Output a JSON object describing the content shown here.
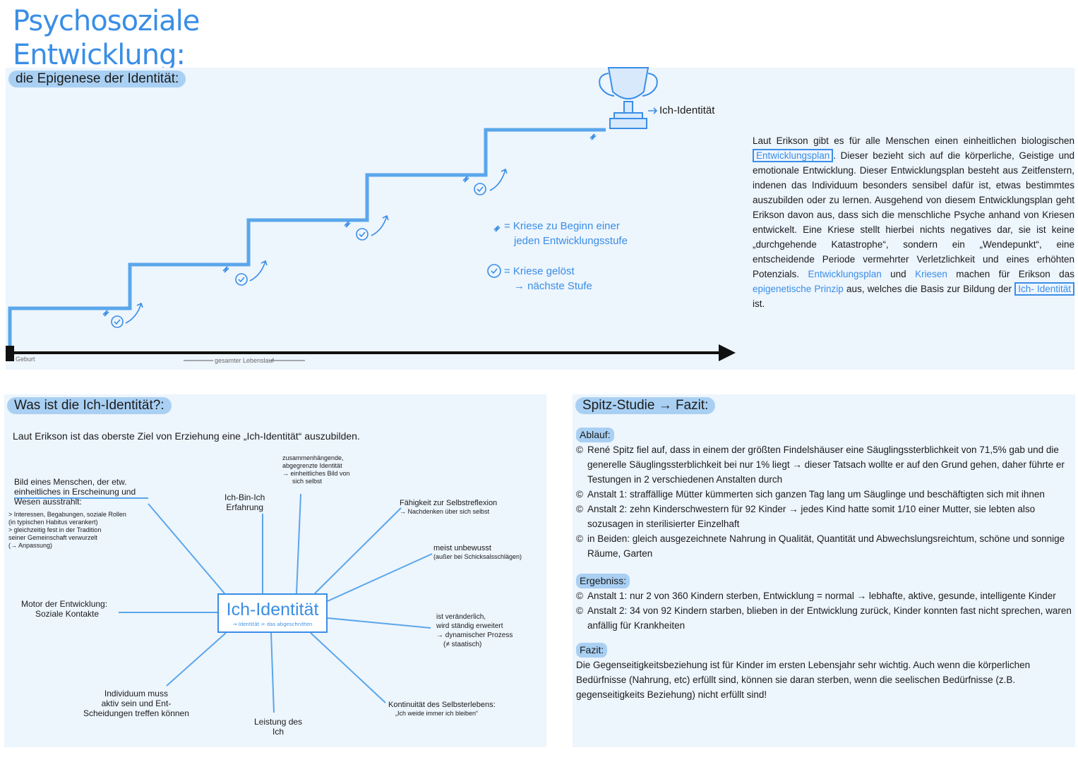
{
  "title": "Psychosoziale Entwicklung:",
  "epigenese": {
    "heading": "die Epigenese der Identität:",
    "trophy_label": "Ich-Identität",
    "axis_start": "Geburt",
    "axis_label": "gesamter Lebenslauf",
    "legend": {
      "crisis_line1": "= Kriese zu Beginn einer",
      "crisis_line2": "jeden Entwicklungsstufe",
      "solved_line1": "= Kriese gelöst",
      "solved_line2": "nächste Stufe"
    },
    "text": {
      "p1": "Laut Erikson gibt es für alle Menschen einen einheitlichen biologischen",
      "w_plan": "Entwicklungsplan",
      "p2": ". Dieser bezieht sich auf die körperliche, Geistige und emotionale Entwicklung. Dieser Entwicklungsplan besteht aus Zeitfenstern, indenen das Individuum besonders sensibel dafür ist, etwas bestimmtes auszubilden oder zu lernen. Ausgehend von diesem Entwicklungsplan geht Erikson davon aus, dass sich die menschliche Psyche anhand von Kriesen entwickelt. Eine Kriese stellt hierbei nichts negatives dar, sie ist keine „durchgehende Katastrophe“, sondern ein „Wendepunkt“, eine entscheidende Periode vermehrter Verletzlichkeit und eines erhöhten Potenzials.",
      "w_plan2": "Entwicklungsplan",
      "p3": "und",
      "w_kriesen": "Kriesen",
      "p4": "machen für Erikson das",
      "w_prinzip": "epigenetische Prinzip",
      "p5": "aus, welches die Basis zur Bildung der",
      "w_ich": "Ich- Identität",
      "p6": "ist."
    }
  },
  "ich": {
    "heading": "Was ist die Ich-Identität?:",
    "intro": "Laut Erikson ist das oberste Ziel von Erziehung eine „Ich-Identität“ auszubilden.",
    "center": "Ich-Identität",
    "center_sub": "→ Identität = das abgeschnitten",
    "branches": {
      "bild_1": "Bild eines Menschen, der etw.",
      "bild_2": "einheitliches in Erscheinung und",
      "bild_3": "Wesen ausstrahlt:",
      "bild_4": "> Interessen, Begabungen, soziale Rollen",
      "bild_5": "(in typischen Habitus verankert)",
      "bild_6": "> gleichzeitig fest in der Tradition",
      "bild_7": "seiner Gemeinschaft verwurzelt",
      "bild_8": "(→ Anpassung)",
      "bin_1": "Ich-Bin-Ich",
      "bin_2": "Erfahrung",
      "zus_1": "zusammenhängende,",
      "zus_2": "abgegrenzte Identität",
      "zus_3": "→ einheitliches Bild von",
      "zus_4": "sich selbst",
      "fae_1": "Fähigkeit zur Selbstreflexion",
      "fae_2": "→ Nachdenken über sich selbst",
      "unb_1": "meist unbewusst",
      "unb_2": "(außer bei Schicksalsschlägen)",
      "mot_1": "Motor der Entwicklung:",
      "mot_2": "Soziale Kontakte",
      "ver_1": "ist veränderlich,",
      "ver_2": "wird ständig erweitert",
      "ver_3": "→ dynamischer Prozess",
      "ver_4": "(≠ staatisch)",
      "ind_1": "Individuum muss",
      "ind_2": "aktiv sein und Ent-",
      "ind_3": "Scheidungen treffen können",
      "lei_1": "Leistung des",
      "lei_2": "Ich",
      "kon_1": "Kontinuität des Selbsterlebens:",
      "kon_2": "„Ich weide immer ich bleiben“"
    }
  },
  "spitz": {
    "heading": "Spitz-Studie → Fazit:",
    "ablauf": "Ablauf:",
    "a1": "René Spitz fiel auf, dass in einem der größten Findelshäuser eine Säuglingssterblichkeit von 71,5% gab und die generelle Säuglingssterblichkeit bei nur 1% liegt → dieser Tatsach wollte er auf den Grund gehen, daher führte er Testungen in 2 verschiedenen Anstalten durch",
    "a2": "Anstalt 1: straffällige Mütter kümmerten sich ganzen Tag lang um Säuglinge und beschäftigten sich mit ihnen",
    "a3": "Anstalt 2: zehn Kinderschwestern für 92 Kinder → jedes Kind hatte somit 1/10 einer Mutter, sie lebten also sozusagen in sterilisierter Einzelhaft",
    "a4": "in Beiden: gleich ausgezeichnete Nahrung in Qualität, Quantität und Abwechslungsreichtum, schöne und sonnige Räume, Garten",
    "ergebnis": "Ergebniss:",
    "e1": "Anstalt 1: nur 2 von 360 Kindern sterben, Entwicklung = normal → lebhafte, aktive, gesunde, intelligente Kinder",
    "e2": "Anstalt 2: 34 von 92 Kindern starben, blieben in der Entwicklung zurück, Kinder konnten fast nicht sprechen, waren anfällig für Krankheiten",
    "fazit": "Fazit:",
    "f1": "Die Gegenseitigkeitsbeziehung ist für Kinder im ersten Lebensjahr sehr wichtig. Auch wenn die körperlichen Bedürfnisse (Nahrung, etc) erfüllt sind, können sie daran sterben, wenn die seelischen Bedürfnisse (z.B. gegenseitigkeits Beziehung) nicht erfüllt sind!",
    "bullet": "©"
  },
  "colors": {
    "accent": "#3a8ee6",
    "highlight": "#a9d0f3",
    "panel": "#edf5fd",
    "stairs": "#5aa6ea"
  }
}
